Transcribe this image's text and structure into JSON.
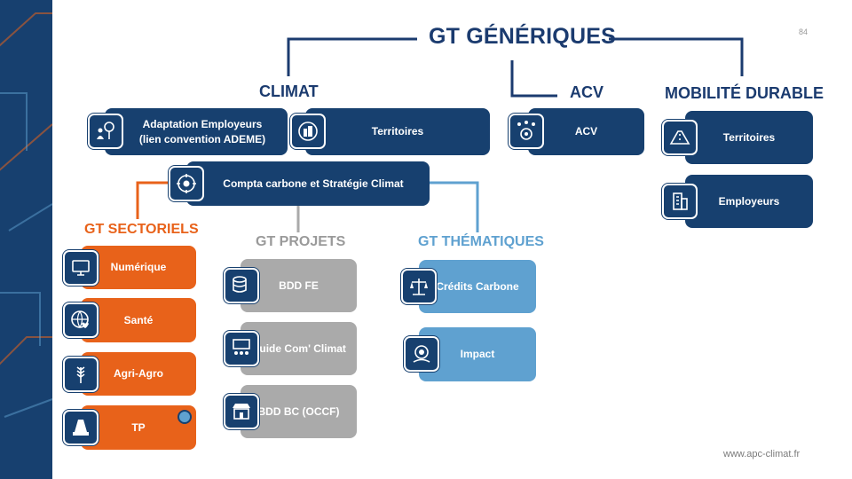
{
  "page_number": "84",
  "footer_url": "www.apc-climat.fr",
  "titles": {
    "main": "GT GÉNÉRIQUES",
    "climat": "CLIMAT",
    "acv": "ACV",
    "mobilite": "MOBILITÉ DURABLE",
    "sectoriels": "GT SECTORIELS",
    "projets": "GT PROJETS",
    "thematiques": "GT THÉMATIQUES"
  },
  "cards": {
    "adaptation": "Adaptation Employeurs\n(lien convention ADEME)",
    "territoires_climat": "Territoires",
    "compta": "Compta carbone et Stratégie Climat",
    "acv": "ACV",
    "territoires_mob": "Territoires",
    "employeurs": "Employeurs",
    "numerique": "Numérique",
    "sante": "Santé",
    "agri": "Agri-Agro",
    "tp": "TP",
    "bdd_fe": "BDD FE",
    "guide": "Guide Com' Climat",
    "bdd_bc": "BDD BC (OCCF)",
    "credits": "Crédits Carbone",
    "impact": "Impact"
  },
  "colors": {
    "navy": "#17406f",
    "orange": "#e8621a",
    "grey": "#aaaaaa",
    "lightblue": "#5fa1d0"
  },
  "icons": {
    "adaptation": "people-tree-icon",
    "territoires_climat": "city-map-icon",
    "compta": "brain-gear-icon",
    "acv": "lifecycle-icon",
    "territoires_mob": "road-icon",
    "employeurs": "building-icon",
    "numerique": "computer-icon",
    "sante": "globe-heart-icon",
    "agri": "wheat-icon",
    "tp": "roadworks-icon",
    "bdd_fe": "database-leaf-icon",
    "guide": "presentation-icon",
    "bdd_bc": "store-icon",
    "credits": "scale-icon",
    "impact": "target-hand-icon"
  }
}
